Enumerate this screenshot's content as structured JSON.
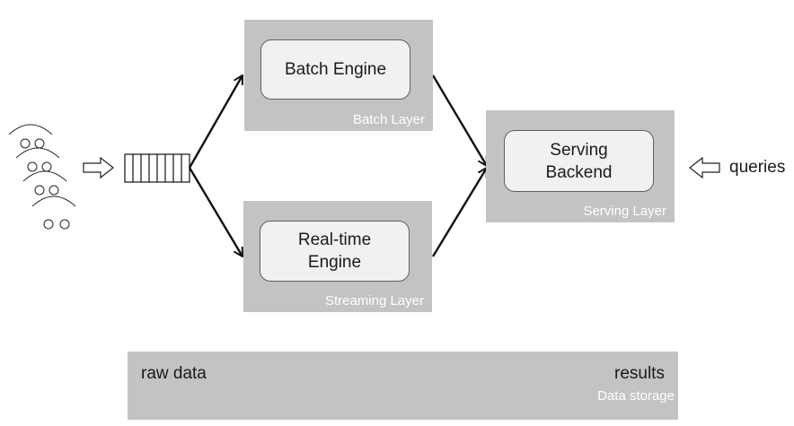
{
  "batch_layer": {
    "engine_lines": [
      "Batch Engine"
    ],
    "label": "Batch Layer"
  },
  "streaming_layer": {
    "engine_lines": [
      "Real-time",
      "Engine"
    ],
    "label": "Streaming Layer"
  },
  "serving_layer": {
    "engine_lines": [
      "Serving",
      "Backend"
    ],
    "label": "Serving Layer"
  },
  "queries_label": "queries",
  "data_storage": {
    "input_label": "raw data",
    "output_label": "results",
    "label": "Data storage"
  },
  "icons": {
    "users": "user-group-icon",
    "input_arrow": "hollow-arrow-right-icon",
    "queue": "message-queue-icon",
    "queries_arrow": "hollow-arrow-left-icon"
  },
  "colors": {
    "layer_fill": "#c3c3c3",
    "engine_fill": "#f1f1f1",
    "layer_label": "#ffffff",
    "lines": "#111111"
  }
}
